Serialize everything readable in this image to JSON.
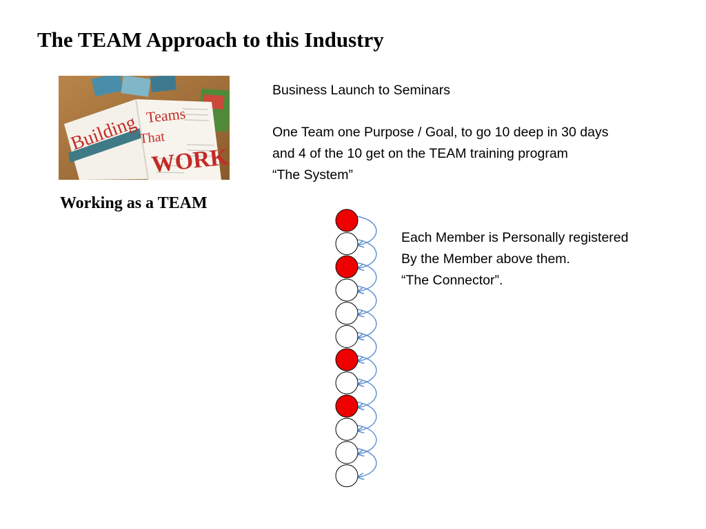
{
  "slide": {
    "title": "The TEAM Approach to this Industry",
    "photo": {
      "book_words": [
        "Building",
        "Teams",
        "That",
        "WORK"
      ]
    },
    "caption": "Working as a TEAM",
    "launch_text": {
      "line1": "Business Launch to Seminars",
      "line2": "One Team one Purpose / Goal, to go 10 deep in 30 days",
      "line3": "and 4 of the 10 get on the TEAM training program",
      "line4": "“The System”"
    },
    "connector_text": {
      "line1": "Each Member is Personally registered",
      "line2": "By the Member above them.",
      "line3": "“The Connector”."
    }
  },
  "diagram": {
    "member_states": [
      "highlighted",
      "plain",
      "highlighted",
      "plain",
      "plain",
      "plain",
      "highlighted",
      "plain",
      "highlighted",
      "plain",
      "plain",
      "plain"
    ],
    "highlight_color": "#ee0000",
    "plain_color": "#ffffff",
    "arrow_color": "#5b8fd0"
  }
}
